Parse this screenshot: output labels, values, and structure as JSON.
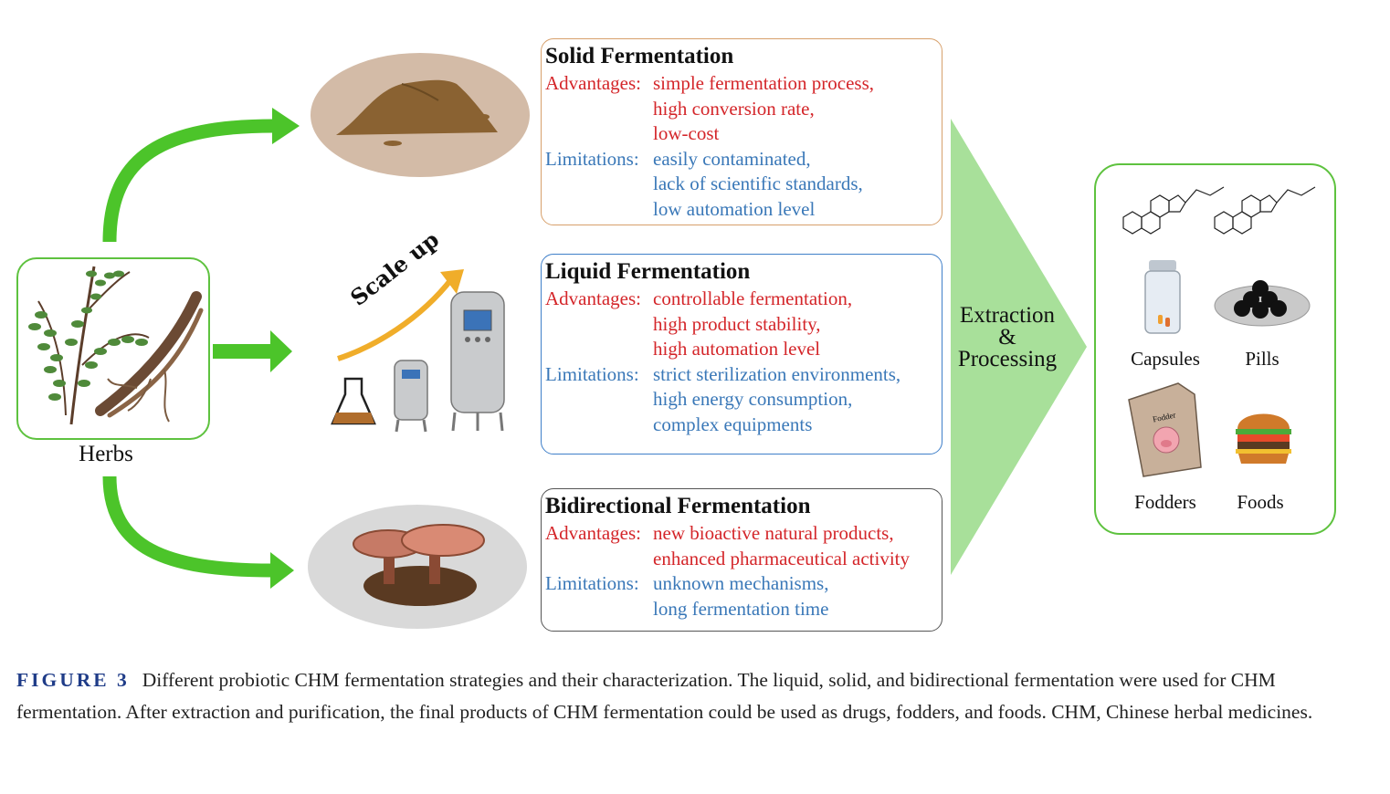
{
  "herbs": {
    "label": "Herbs"
  },
  "scale_up": "Scale up",
  "solid": {
    "title": "Solid Fermentation",
    "adv_label": "Advantages:",
    "advantages": [
      "simple fermentation process,",
      "high conversion rate,",
      "low-cost"
    ],
    "lim_label": "Limitations:",
    "limitations": [
      "easily contaminated,",
      "lack of scientific standards,",
      "low automation level"
    ]
  },
  "liquid": {
    "title": "Liquid Fermentation",
    "adv_label": "Advantages:",
    "advantages": [
      "controllable fermentation,",
      "high product stability,",
      "high automation level"
    ],
    "lim_label": "Limitations:",
    "limitations": [
      "strict sterilization environments,",
      "high energy consumption,",
      "complex equipments"
    ]
  },
  "bidirectional": {
    "title": "Bidirectional Fermentation",
    "adv_label": "Advantages:",
    "advantages": [
      "new bioactive natural products,",
      "enhanced pharmaceutical activity"
    ],
    "lim_label": "Limitations:",
    "limitations": [
      "unknown mechanisms,",
      "long fermentation time"
    ]
  },
  "process": {
    "line1": "Extraction",
    "line2": "&",
    "line3": "Processing"
  },
  "products": {
    "capsules": "Capsules",
    "pills": "Pills",
    "fodders": "Fodders",
    "foods": "Foods",
    "bag_text": "Fodder"
  },
  "caption": {
    "tag": "FIGURE 3",
    "text": "Different probiotic CHM fermentation strategies and their characterization. The liquid, solid, and bidirectional fermentation were used for CHM fermentation. After extraction and purification, the final products of CHM fermentation could be used as drugs, fodders, and foods. CHM, Chinese herbal medicines."
  },
  "colors": {
    "green_arrow": "#4cc42a",
    "box_green": "#5ec23f",
    "red": "#d4262a",
    "blue": "#3a78b8",
    "big_arrow": "#a8e09a",
    "caption_tag": "#1f3c88"
  }
}
